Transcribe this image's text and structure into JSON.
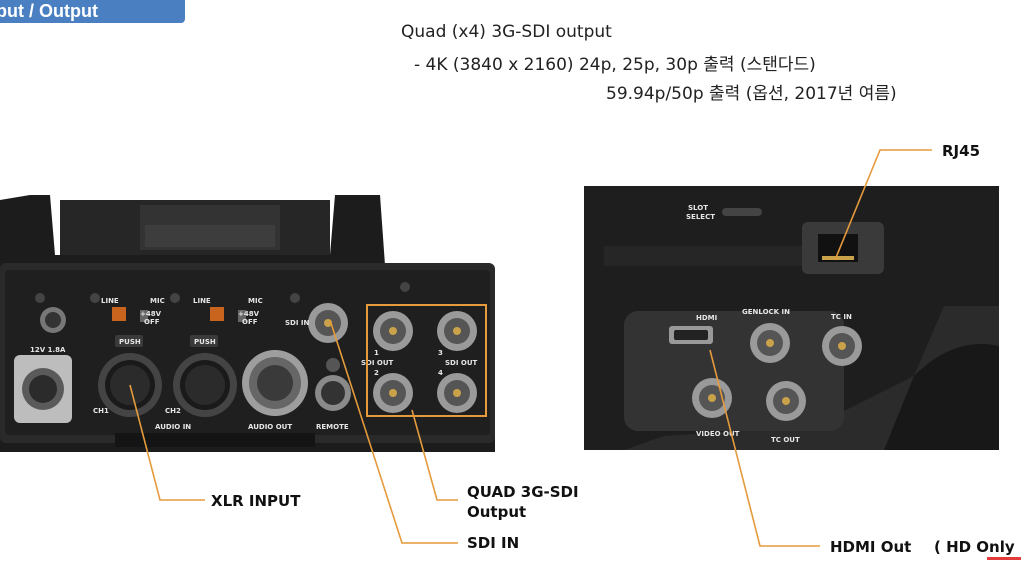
{
  "section_tab": "put / Output",
  "header": {
    "line1": "Quad (x4) 3G-SDI output",
    "line2": "- 4K (3840 x 2160)  24p, 25p, 30p 출력 (스탠다드)",
    "line3": "59.94p/50p 출력 (옵션, 2017년 여름)"
  },
  "callouts": {
    "rj45": "RJ45",
    "xlr_input": "XLR INPUT",
    "quad_sdi_line1": "QUAD 3G-SDI",
    "quad_sdi_line2": "Output",
    "sdi_in": "SDI IN",
    "hdmi_out": "HDMI Out",
    "hd_only": "( HD Only"
  },
  "left_panel": {
    "line": "LINE",
    "mic": "MIC",
    "plus48v": "+48V",
    "off": "OFF",
    "sdi_in": "SDI IN",
    "push": "PUSH",
    "power": "12V 1.8A",
    "ch1": "CH1",
    "ch2": "CH2",
    "audio_in": "AUDIO IN",
    "audio_out": "AUDIO OUT",
    "remote": "REMOTE",
    "sdi_out": "SDI OUT",
    "n1": "1",
    "n2": "2",
    "n3": "3",
    "n4": "4"
  },
  "right_panel": {
    "slot_select_1": "SLOT",
    "slot_select_2": "SELECT",
    "hdmi": "HDMI",
    "genlock_in": "GENLOCK IN",
    "tc_in": "TC IN",
    "video_out": "VIDEO OUT",
    "tc_out": "TC OUT"
  }
}
